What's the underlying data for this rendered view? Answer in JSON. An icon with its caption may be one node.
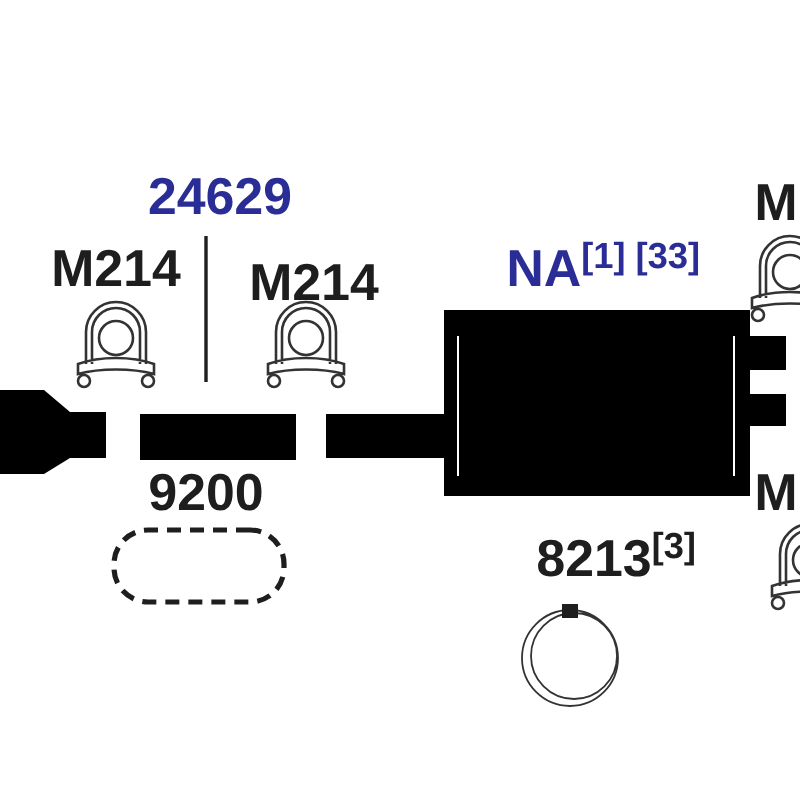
{
  "diagram": {
    "nodes": [
      {
        "text": [],
        "shape": "bar"
      },
      {
        "text": [],
        "shape": "box"
      }
    ],
    "labels": [
      "24629",
      "M",
      "M214",
      "M214",
      "NA$^{[1] [33]}$",
      "9200",
      "M",
      "8213$^{[3]}$"
    ]
  }
}
